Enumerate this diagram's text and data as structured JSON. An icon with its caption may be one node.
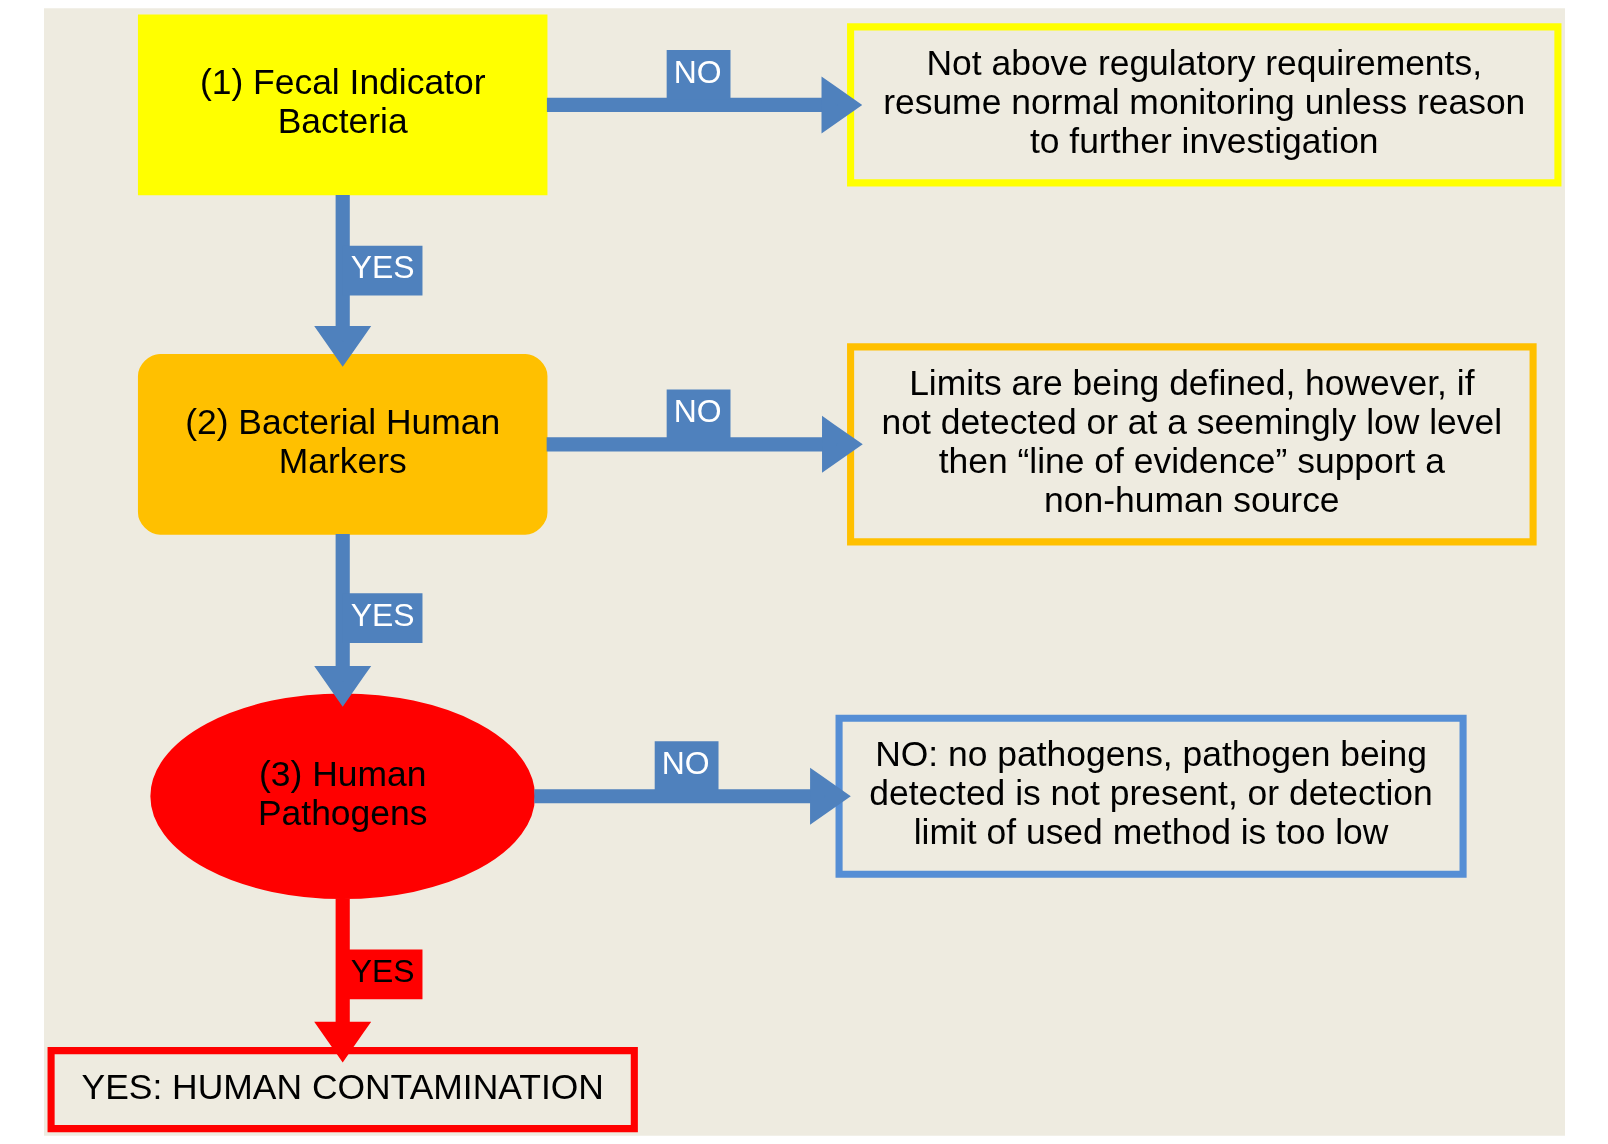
{
  "diagram": {
    "nodes": [
      {
        "text": [
          "(1) Fecal Indicator Bacteria"
        ]
      },
      {
        "text": [
          "Not above regulatory requirements, resume normal monitoring unless reason to further investigation"
        ]
      },
      {
        "text": [
          "(2) Bacterial Human Markers"
        ]
      },
      {
        "text": [
          "Limits are being defined, however, if not detected or at a seemingly low level then “line of evidence” support a non-human source"
        ]
      },
      {
        "text": [
          "(3) Human Pathogens"
        ]
      },
      {
        "text": [
          "NO: no pathogens, pathogen being detected is not present, or detection limit of used method is too low"
        ]
      },
      {
        "text": [
          "YES: HUMAN CONTAMINATION"
        ]
      }
    ],
    "edges": [
      {
        "from": 0,
        "to": 1,
        "arrow": "to",
        "label": "NO"
      },
      {
        "from": 0,
        "to": 2,
        "arrow": "to",
        "label": "YES"
      },
      {
        "from": 2,
        "to": 3,
        "arrow": "to",
        "label": "NO"
      },
      {
        "from": 2,
        "to": 4,
        "arrow": "to",
        "label": "YES"
      },
      {
        "from": 4,
        "to": 5,
        "arrow": "to",
        "label": "NO"
      },
      {
        "from": 4,
        "to": 6,
        "arrow": "to",
        "label": "YES",
        "color": "#ff0000"
      }
    ]
  }
}
